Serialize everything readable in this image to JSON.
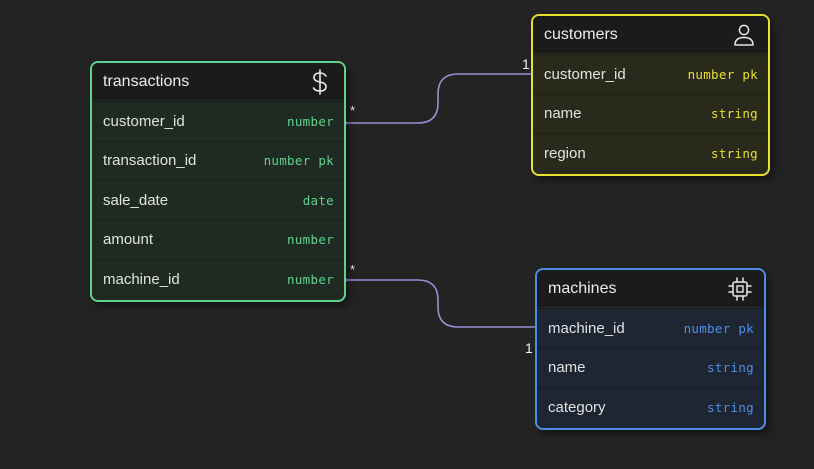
{
  "colors": {
    "background": "#232323",
    "transactions": "#5fd38d",
    "customers": "#e6e22e",
    "machines": "#4f8ee6",
    "connector": "#9a8fd6"
  },
  "tables": {
    "transactions": {
      "title": "transactions",
      "icon": "dollar-sign-icon",
      "rows": [
        {
          "name": "customer_id",
          "type": "number"
        },
        {
          "name": "transaction_id",
          "type": "number pk"
        },
        {
          "name": "sale_date",
          "type": "date"
        },
        {
          "name": "amount",
          "type": "number"
        },
        {
          "name": "machine_id",
          "type": "number"
        }
      ]
    },
    "customers": {
      "title": "customers",
      "icon": "user-icon",
      "rows": [
        {
          "name": "customer_id",
          "type": "number pk"
        },
        {
          "name": "name",
          "type": "string"
        },
        {
          "name": "region",
          "type": "string"
        }
      ]
    },
    "machines": {
      "title": "machines",
      "icon": "cpu-chip-icon",
      "rows": [
        {
          "name": "machine_id",
          "type": "number pk"
        },
        {
          "name": "name",
          "type": "string"
        },
        {
          "name": "category",
          "type": "string"
        }
      ]
    }
  },
  "relations": [
    {
      "from": "transactions.customer_id",
      "to": "customers.customer_id",
      "from_card": "*",
      "to_card": "1"
    },
    {
      "from": "transactions.machine_id",
      "to": "machines.machine_id",
      "from_card": "*",
      "to_card": "1"
    }
  ]
}
